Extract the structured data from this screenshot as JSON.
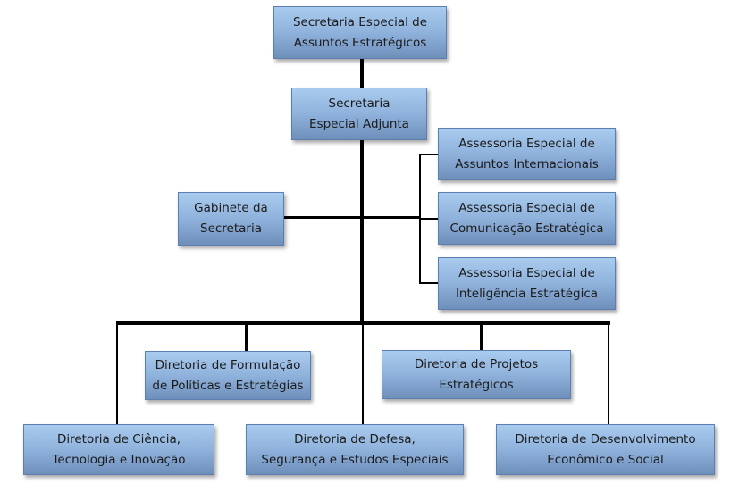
{
  "nodes": {
    "secretaria_especial": "Secretaria Especial de\nAssuntos Estratégicos",
    "adjunta": "Secretaria\nEspecial Adjunta",
    "internacionais": "Assessoria Especial de\nAssuntos Internacionais",
    "comunicacao": "Assessoria Especial de\nComunicação Estratégica",
    "inteligencia": "Assessoria Especial de\nInteligência Estratégica",
    "gabinete": "Gabinete da\nSecretaria",
    "formulacao": "Diretoria de Formulação\nde Políticas e Estratégias",
    "projetos": "Diretoria de Projetos\nEstratégicos",
    "ciencia": "Diretoria de Ciência,\nTecnologia e Inovação",
    "defesa": "Diretoria de Defesa,\nSegurança e Estudos Especiais",
    "desenvolvimento": "Diretoria de Desenvolvimento\nEconômico e Social"
  }
}
